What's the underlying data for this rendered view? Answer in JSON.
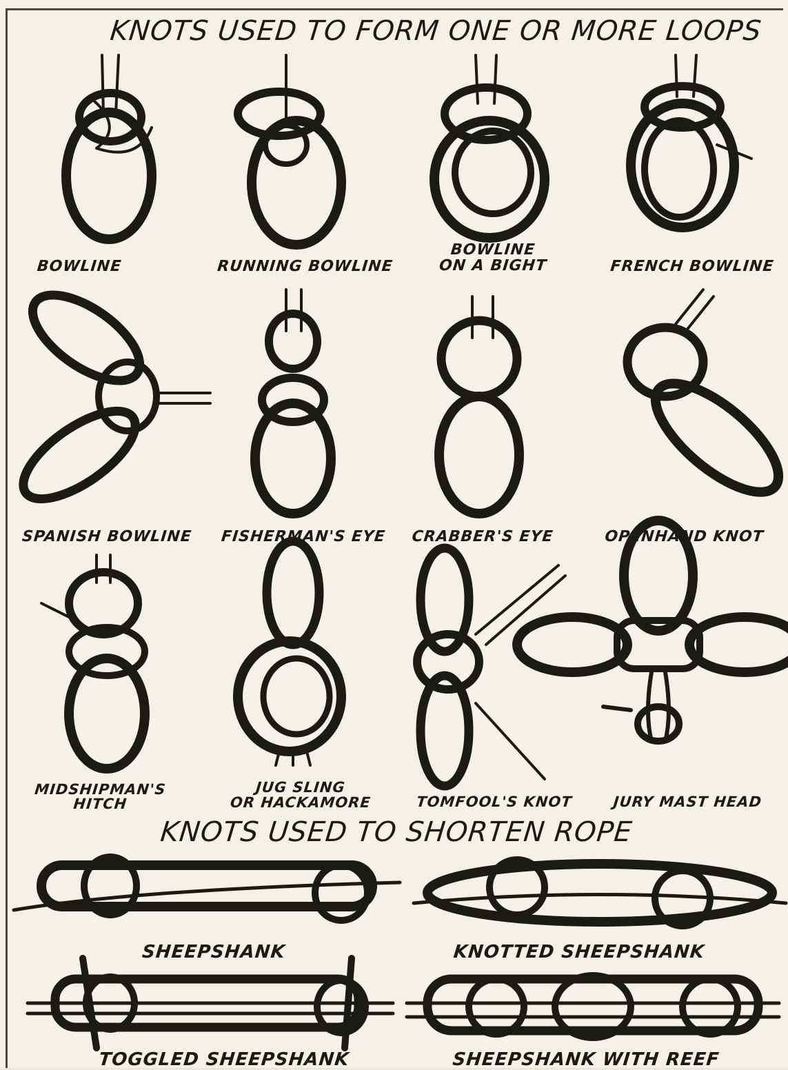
{
  "headings": {
    "loops": "KNOTS USED TO FORM ONE OR MORE LOOPS",
    "shorten": "KNOTS USED TO SHORTEN ROPE"
  },
  "row1": {
    "bowline": "BOWLINE",
    "running_bowline": "RUNNING BOWLINE",
    "bowline_on_bight_1": "BOWLINE",
    "bowline_on_bight_2": "ON A BIGHT",
    "french_bowline": "FRENCH BOWLINE"
  },
  "row2": {
    "spanish_bowline": "SPANISH BOWLINE",
    "fishermans_eye": "FISHERMAN'S EYE",
    "crabbers_eye": "CRABBER'S EYE",
    "openhand_knot": "OPENHAND KNOT"
  },
  "row3": {
    "midshipmans_1": "MIDSHIPMAN'S",
    "midshipmans_2": "HITCH",
    "jug_sling_1": "JUG SLING",
    "jug_sling_2": "OR HACKAMORE",
    "tomfools_knot": "TOMFOOL'S KNOT",
    "jury_mast_head": "JURY MAST HEAD"
  },
  "row4": {
    "sheepshank": "SHEEPSHANK",
    "knotted_sheepshank": "KNOTTED SHEEPSHANK"
  },
  "row5": {
    "toggled_sheepshank": "TOGGLED SHEEPSHANK",
    "sheepshank_with_reef": "SHEEPSHANK WITH REEF"
  }
}
